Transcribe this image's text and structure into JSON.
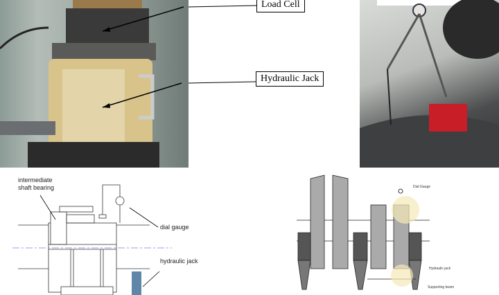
{
  "photo_callouts": {
    "load_cell": "Load Cell",
    "hydraulic_jack": "Hydraulic Jack"
  },
  "left_diagram": {
    "bearing_label": "intermediate\nshaft bearing",
    "bearing_line1": "intermediate",
    "bearing_line2": "shaft bearing",
    "dial_gauge": "dial gauge",
    "hydraulic_jack": "hydraulic jack"
  },
  "right_diagram": {
    "dial_gauge": "Dial Gauge",
    "hydraulic_jack": "Hydraulic jack",
    "supporting_beam": "Supporting beam"
  }
}
